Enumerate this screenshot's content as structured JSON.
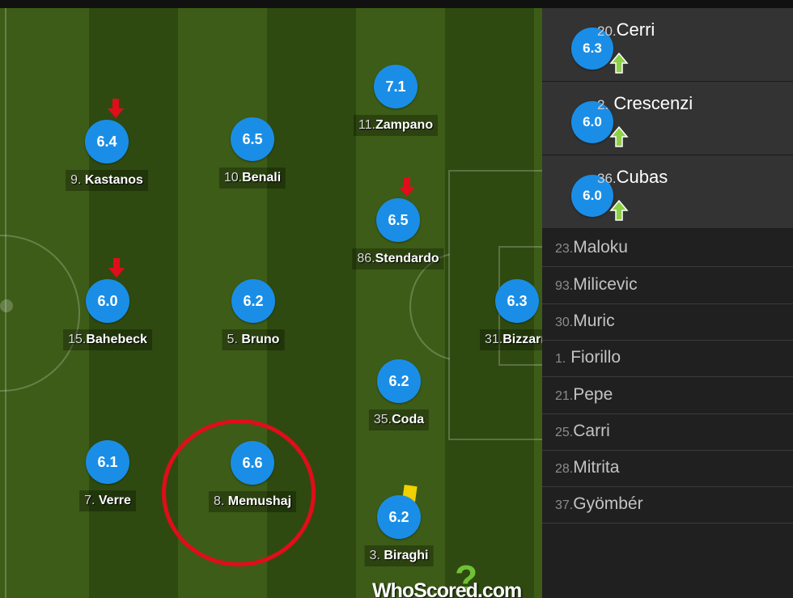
{
  "starters": [
    {
      "key": "kastanos",
      "number": "9.",
      "name": "Kastanos",
      "rating": "6.4",
      "subbed_off": true
    },
    {
      "key": "benali",
      "number": "10.",
      "name": "Benali",
      "rating": "6.5",
      "subbed_off": false
    },
    {
      "key": "zampano",
      "number": "11.",
      "name": "Zampano",
      "rating": "7.1",
      "subbed_off": false
    },
    {
      "key": "stendardo",
      "number": "86.",
      "name": "Stendardo",
      "rating": "6.5",
      "subbed_off": true
    },
    {
      "key": "bahebeck",
      "number": "15.",
      "name": "Bahebeck",
      "rating": "6.0",
      "subbed_off": true
    },
    {
      "key": "bruno",
      "number": "5.",
      "name": "Bruno",
      "rating": "6.2",
      "subbed_off": false
    },
    {
      "key": "bizzarri",
      "number": "31.",
      "name": "Bizzarri",
      "rating": "6.3",
      "subbed_off": false
    },
    {
      "key": "coda",
      "number": "35.",
      "name": "Coda",
      "rating": "6.2",
      "subbed_off": false
    },
    {
      "key": "verre",
      "number": "7.",
      "name": "Verre",
      "rating": "6.1",
      "subbed_off": false
    },
    {
      "key": "memushaj",
      "number": "8.",
      "name": "Memushaj",
      "rating": "6.6",
      "subbed_off": false
    },
    {
      "key": "biraghi",
      "number": "3.",
      "name": "Biraghi",
      "rating": "6.2",
      "subbed_off": false,
      "card": "yellow"
    }
  ],
  "substitutes_used": [
    {
      "number": "20.",
      "name": "Cerri",
      "rating": "6.3"
    },
    {
      "number": "2.",
      "name": "Crescenzi",
      "rating": "6.0"
    },
    {
      "number": "36.",
      "name": "Cubas",
      "rating": "6.0"
    }
  ],
  "bench": [
    {
      "number": "23.",
      "name": "Maloku"
    },
    {
      "number": "93.",
      "name": "Milicevic"
    },
    {
      "number": "30.",
      "name": "Muric"
    },
    {
      "number": "1.",
      "name": "Fiorillo"
    },
    {
      "number": "21.",
      "name": "Pepe"
    },
    {
      "number": "25.",
      "name": "Carri"
    },
    {
      "number": "28.",
      "name": "Mitrita"
    },
    {
      "number": "37.",
      "name": "Gyömbér"
    }
  ],
  "logo": {
    "text": "WhoScored.com",
    "glyph": "?"
  },
  "colors": {
    "rating": "#1a8ee6",
    "sub_off": "#e10d1a",
    "sub_on": "#8cd146",
    "yellow_card": "#f1d100",
    "highlight_ring": "#e10d1a",
    "pitch_light": "#3d5c17",
    "pitch_dark": "#2f4a10"
  }
}
